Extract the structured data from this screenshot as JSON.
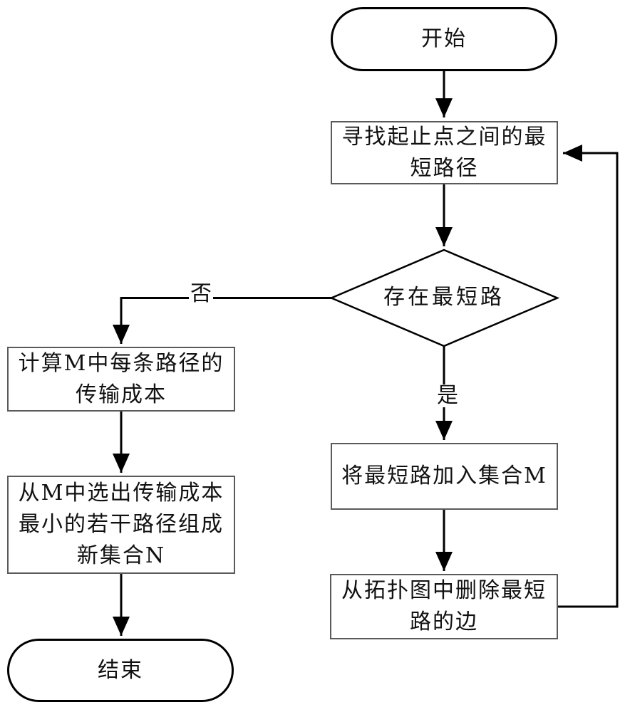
{
  "colors": {
    "line": "#000000",
    "box_border": "#5a5a5a",
    "text": "#111111",
    "background": "#ffffff"
  },
  "nodes": {
    "start": {
      "type": "terminator",
      "label": "开始"
    },
    "find_path": {
      "type": "process",
      "lines": [
        "寻找起止点之间的最",
        "短路径"
      ]
    },
    "decision": {
      "type": "decision",
      "label": "存在最短路"
    },
    "calc_cost": {
      "type": "process",
      "lines": [
        "计算M中每条路径的",
        "传输成本"
      ]
    },
    "select_paths": {
      "type": "process",
      "lines": [
        "从M中选出传输成本",
        "最小的若干路径组成",
        "新集合N"
      ]
    },
    "end": {
      "type": "terminator",
      "label": "结束"
    },
    "add_to_m": {
      "type": "process",
      "label": "将最短路加入集合M"
    },
    "delete_edges": {
      "type": "process",
      "lines": [
        "从拓扑图中删除最短",
        "路的边"
      ]
    }
  },
  "edge_labels": {
    "no": "否",
    "yes": "是"
  }
}
